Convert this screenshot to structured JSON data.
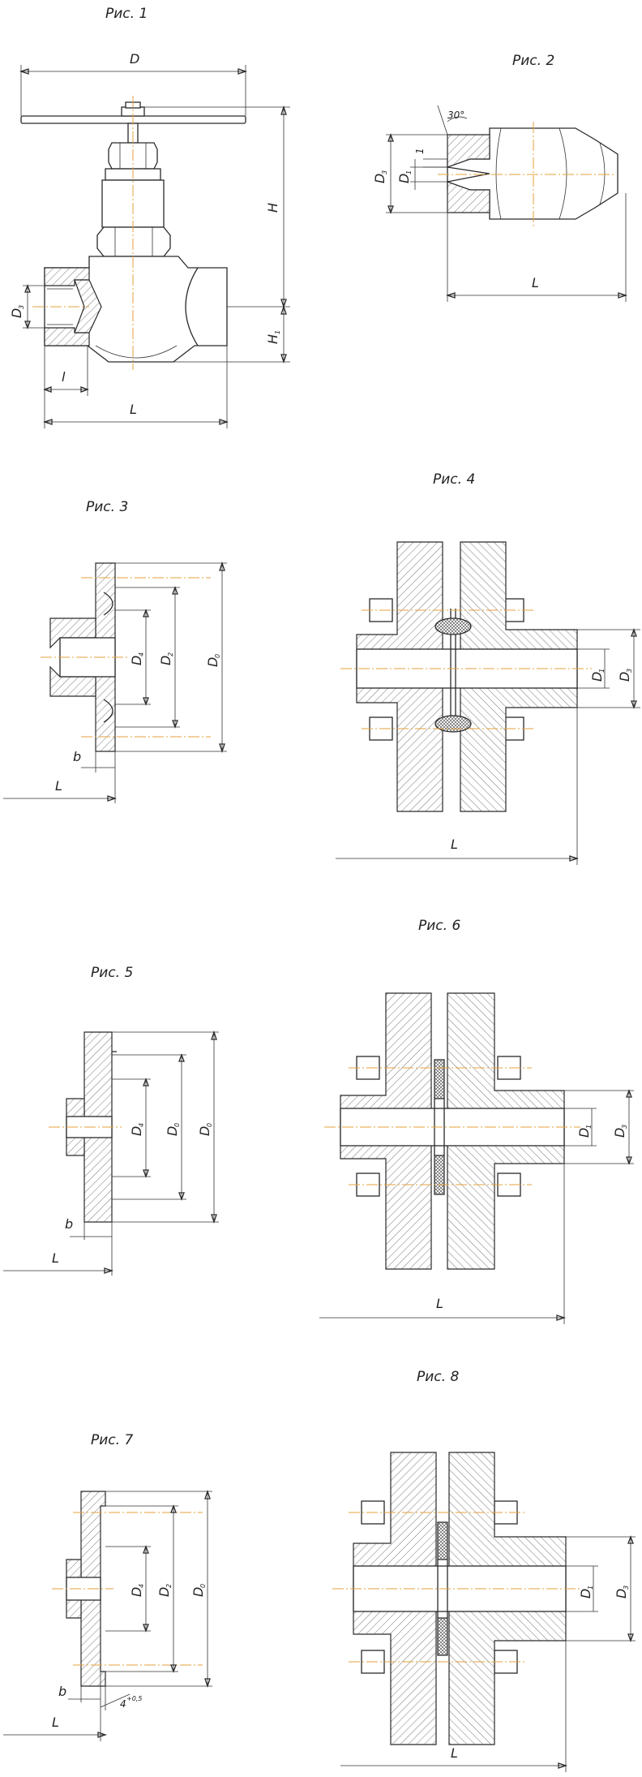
{
  "figures": {
    "fig1": {
      "caption": "Рис. 1",
      "labels": {
        "D": "D",
        "H": "H",
        "D3": "D",
        "D3_sub": "3",
        "H1": "H",
        "H1_sub": "1",
        "l": "l",
        "L": "L"
      }
    },
    "fig2": {
      "caption": "Рис. 2",
      "labels": {
        "angle": "30°",
        "one": "1",
        "D3": "D",
        "D3_sub": "3",
        "D1": "D",
        "D1_sub": "1",
        "L": "L"
      }
    },
    "fig3": {
      "caption": "Рис. 3",
      "labels": {
        "D4": "D",
        "D4_sub": "4",
        "D2": "D",
        "D2_sub": "2",
        "D0": "D",
        "D0_sub": "0",
        "b": "b",
        "L": "L"
      }
    },
    "fig4": {
      "caption": "Рис. 4",
      "labels": {
        "D1": "D",
        "D1_sub": "1",
        "D3": "D",
        "D3_sub": "3",
        "L": "L"
      }
    },
    "fig5": {
      "caption": "Рис. 5",
      "labels": {
        "D4": "D",
        "D4_sub": "4",
        "D0a": "D",
        "D0a_sub": "0",
        "D0b": "D",
        "D0b_sub": "0",
        "b": "b",
        "L": "L"
      }
    },
    "fig6": {
      "caption": "Рис. 6",
      "labels": {
        "D1": "D",
        "D1_sub": "1",
        "D3": "D",
        "D3_sub": "3",
        "L": "L"
      }
    },
    "fig7": {
      "caption": "Рис. 7",
      "labels": {
        "D4": "D",
        "D4_sub": "4",
        "D2": "D",
        "D2_sub": "2",
        "D0": "D",
        "D0_sub": "0",
        "b": "b",
        "L": "L",
        "four": "4",
        "tol": "+0,5"
      }
    },
    "fig8": {
      "caption": "Рис. 8",
      "labels": {
        "D1": "D",
        "D1_sub": "1",
        "D3": "D",
        "D3_sub": "3",
        "L": "L"
      }
    }
  },
  "colors": {
    "line": "#2a2a2a",
    "centerline": "#e6a23c",
    "background": "#ffffff"
  }
}
